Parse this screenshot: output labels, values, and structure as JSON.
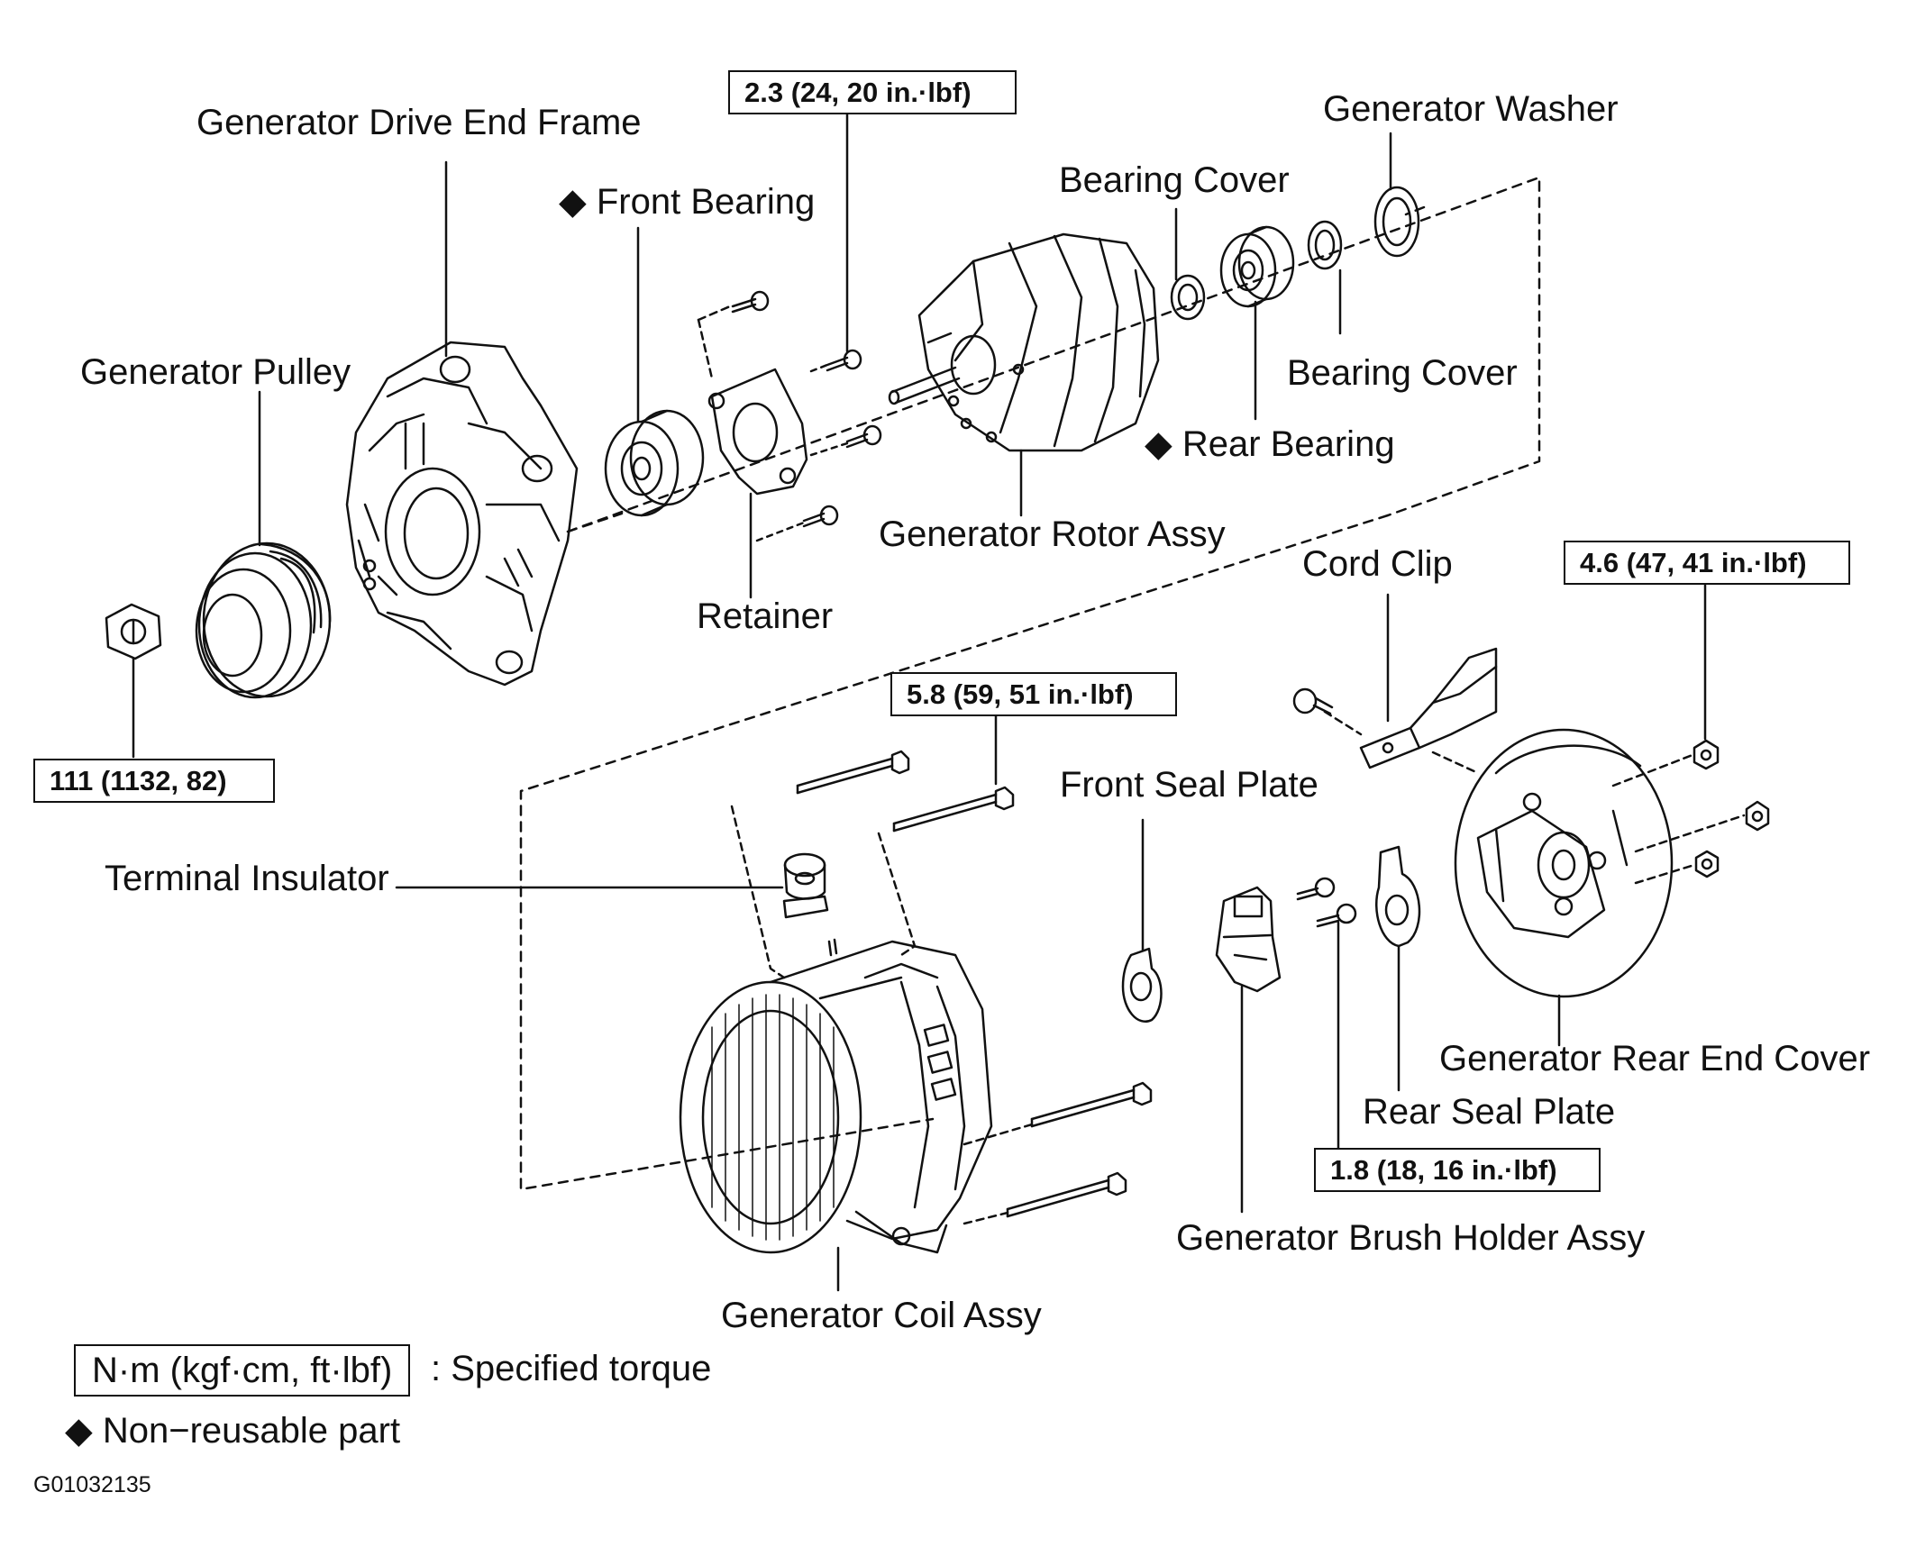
{
  "torque": {
    "t1": "2.3 (24, 20 in.·lbf)",
    "t2": "4.6 (47, 41 in.·lbf)",
    "t3": "5.8 (59, 51 in.·lbf)",
    "t4": "111 (1132, 82)",
    "t5": "1.8 (18, 16 in.·lbf)"
  },
  "labels": {
    "drive_end_frame": "Generator Drive End Frame",
    "front_bearing": "◆ Front Bearing",
    "bearing_cover_top": "Bearing Cover",
    "generator_washer": "Generator Washer",
    "generator_pulley": "Generator Pulley",
    "bearing_cover_right": "Bearing Cover",
    "rear_bearing": "◆ Rear Bearing",
    "rotor_assy": "Generator Rotor Assy",
    "retainer": "Retainer",
    "cord_clip": "Cord Clip",
    "front_seal_plate": "Front Seal Plate",
    "terminal_insulator": "Terminal Insulator",
    "rear_end_cover": "Generator Rear End Cover",
    "rear_seal_plate": "Rear Seal Plate",
    "brush_holder": "Generator Brush Holder Assy",
    "coil_assy": "Generator Coil Assy"
  },
  "legend": {
    "unit_box": "N·m (kgf·cm, ft·lbf)",
    "specified_torque": ": Specified torque",
    "non_reusable": "◆ Non−reusable part"
  },
  "figure_code": "G01032135"
}
